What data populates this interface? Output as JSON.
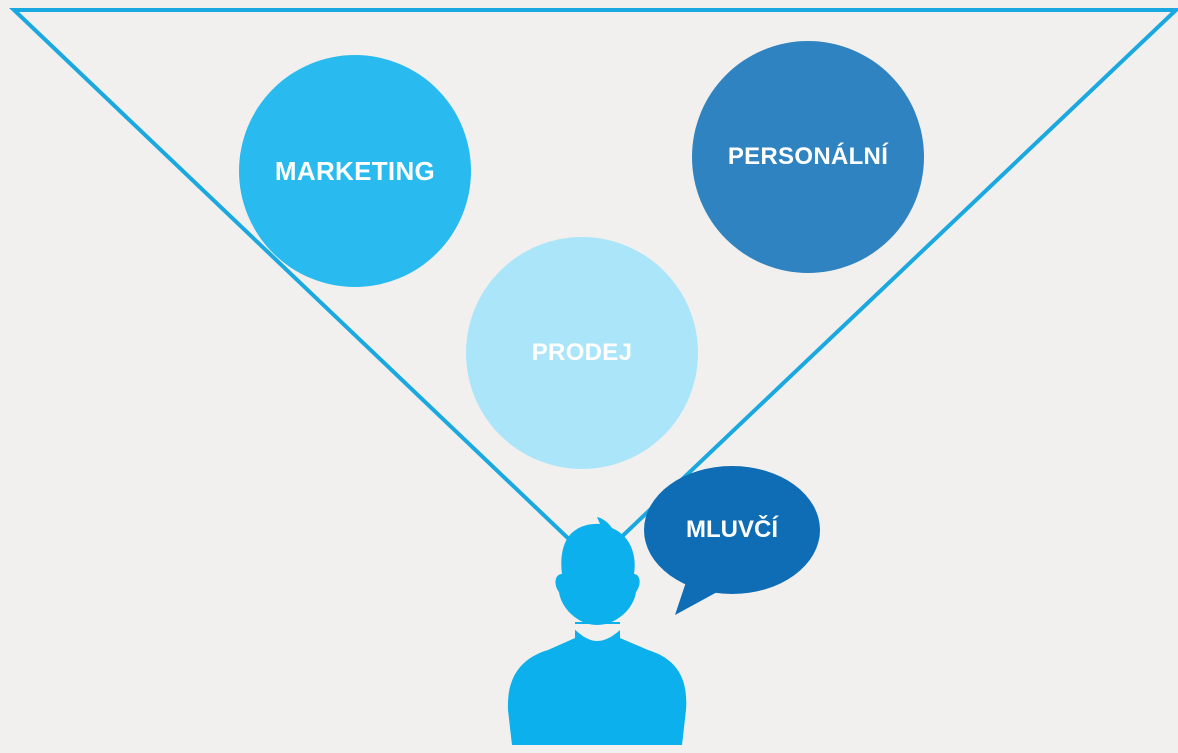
{
  "diagram": {
    "circles": {
      "marketing": {
        "label": "MARKETING",
        "color": "#29bbef"
      },
      "personal": {
        "label": "PERSONÁLNÍ",
        "color": "#2f83c0"
      },
      "prodej": {
        "label": "PRODEJ",
        "color": "#abe5fa"
      }
    },
    "speech_bubble": {
      "label": "MLUVČÍ",
      "color": "#0e6db4"
    },
    "funnel_color": "#1aa8e0",
    "person_color": "#0bb0ec",
    "background_color": "#f1f0ee",
    "person_icon": "person-silhouette-icon"
  }
}
